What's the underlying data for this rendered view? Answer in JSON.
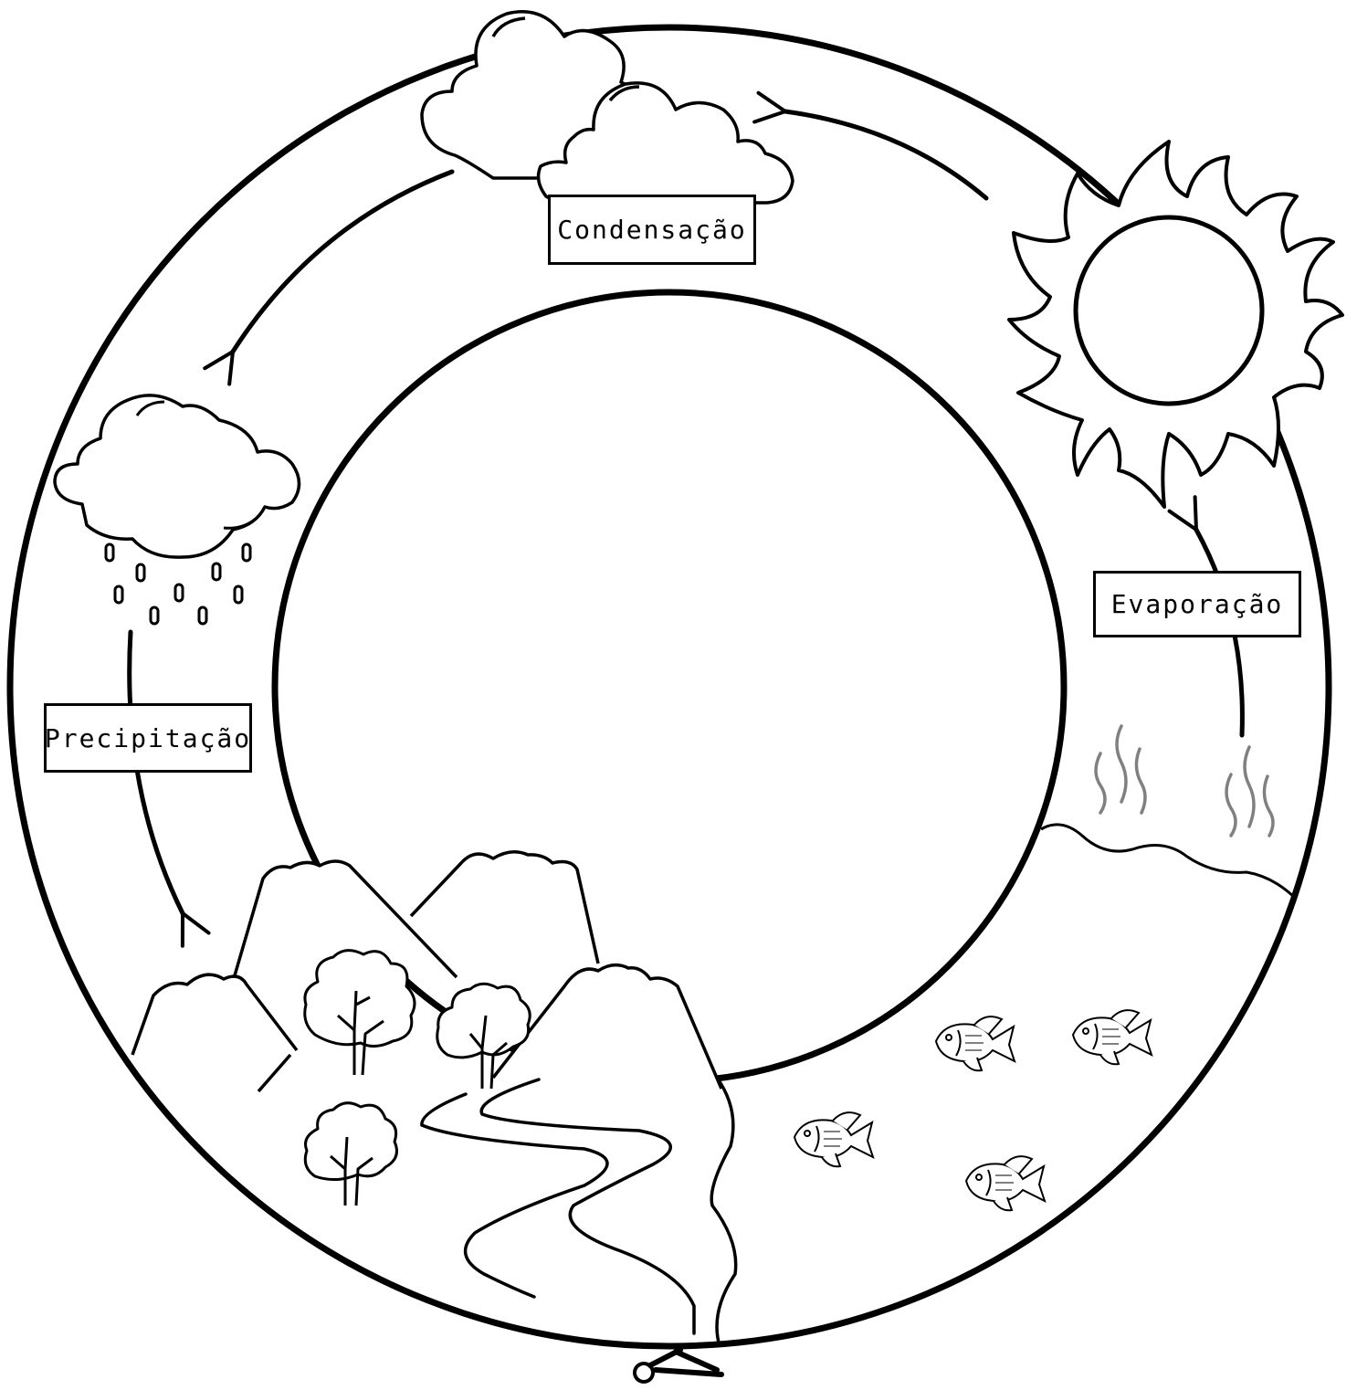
{
  "labels": {
    "condensation": "Condensação",
    "evaporation": "Evaporação",
    "precipitation": "Precipitação"
  },
  "colors": {
    "stroke": "#000000",
    "background": "#ffffff",
    "steam": "#808080"
  },
  "icons": [
    "cloud-icon",
    "rain-cloud-icon",
    "sun-icon",
    "mountain-icon",
    "tree-icon",
    "river-icon",
    "fish-icon",
    "steam-icon",
    "scissors-icon",
    "arrow-icon"
  ]
}
